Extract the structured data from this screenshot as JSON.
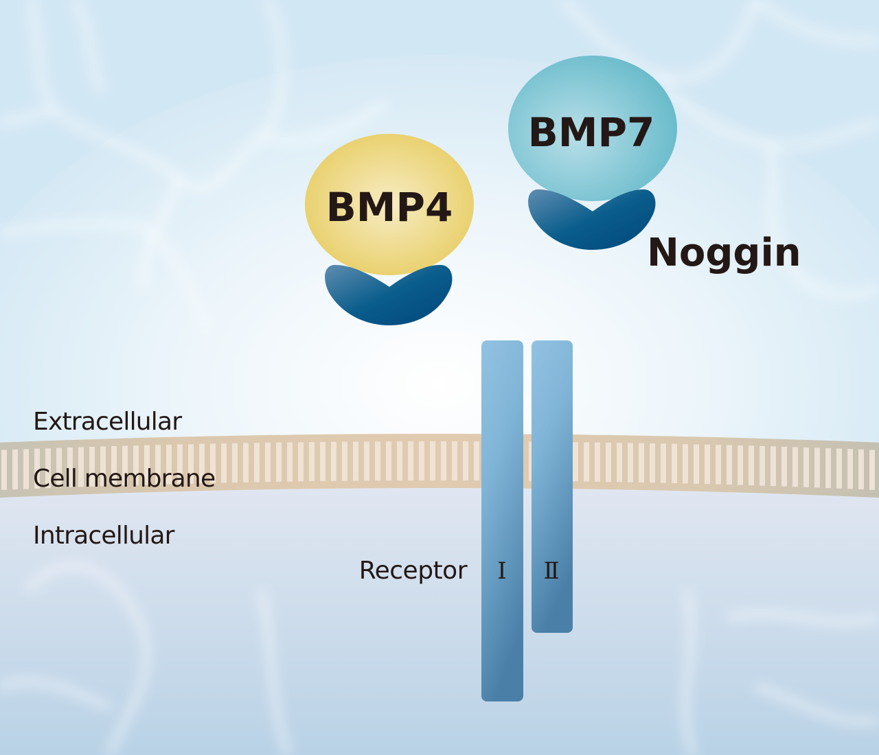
{
  "diagram": {
    "proteins": [
      {
        "id": "bmp4",
        "label": "BMP4",
        "color": "#e8cf68",
        "highlight": "#f7ecc4"
      },
      {
        "id": "bmp7",
        "label": "BMP7",
        "color": "#6bbccc",
        "highlight": "#b8dfe8"
      }
    ],
    "inhibitor": {
      "label": "Noggin",
      "color_light": "#5a8ab0",
      "color_dark": "#004a7c"
    },
    "regions": {
      "extracellular": "Extracellular",
      "membrane": "Cell membrane",
      "intracellular": "Intracellular"
    },
    "receptor": {
      "label": "Receptor",
      "types": [
        {
          "id": "type-1",
          "numeral": "Ⅰ"
        },
        {
          "id": "type-2",
          "numeral": "Ⅱ"
        }
      ],
      "color_top": "#92c2e2",
      "color_bottom": "#4a80a8"
    },
    "colors": {
      "background_top": "#d2e7f4",
      "background_glow": "#ffffff",
      "background_bottom": "#b3cde3",
      "membrane": "#dfcbb0",
      "membrane_stripe": "#f2e8dc",
      "text": "#231815"
    }
  }
}
